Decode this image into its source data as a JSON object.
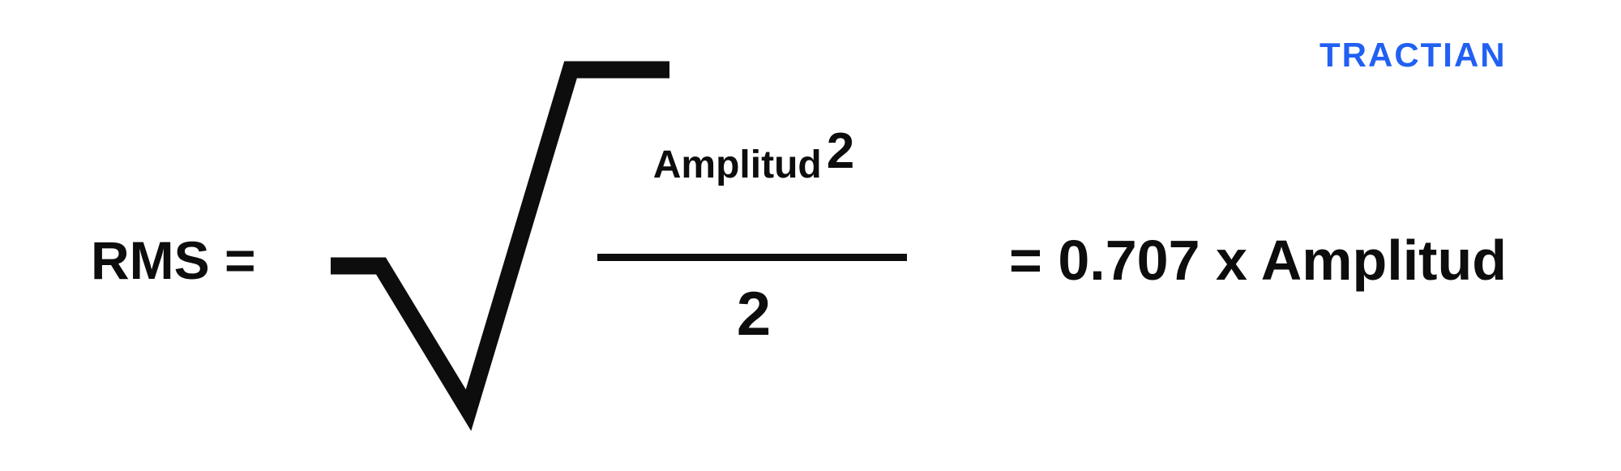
{
  "canvas": {
    "background_color": "#ffffff",
    "text_color": "#0d0d0d"
  },
  "brand": {
    "name": "TRACTIAN",
    "color": "#2160f3"
  },
  "formula": {
    "lhs": "RMS =",
    "numerator_base": "Amplitud",
    "numerator_exponent": "2",
    "denominator": "2",
    "result": "= 0.707 x Amplitud"
  }
}
